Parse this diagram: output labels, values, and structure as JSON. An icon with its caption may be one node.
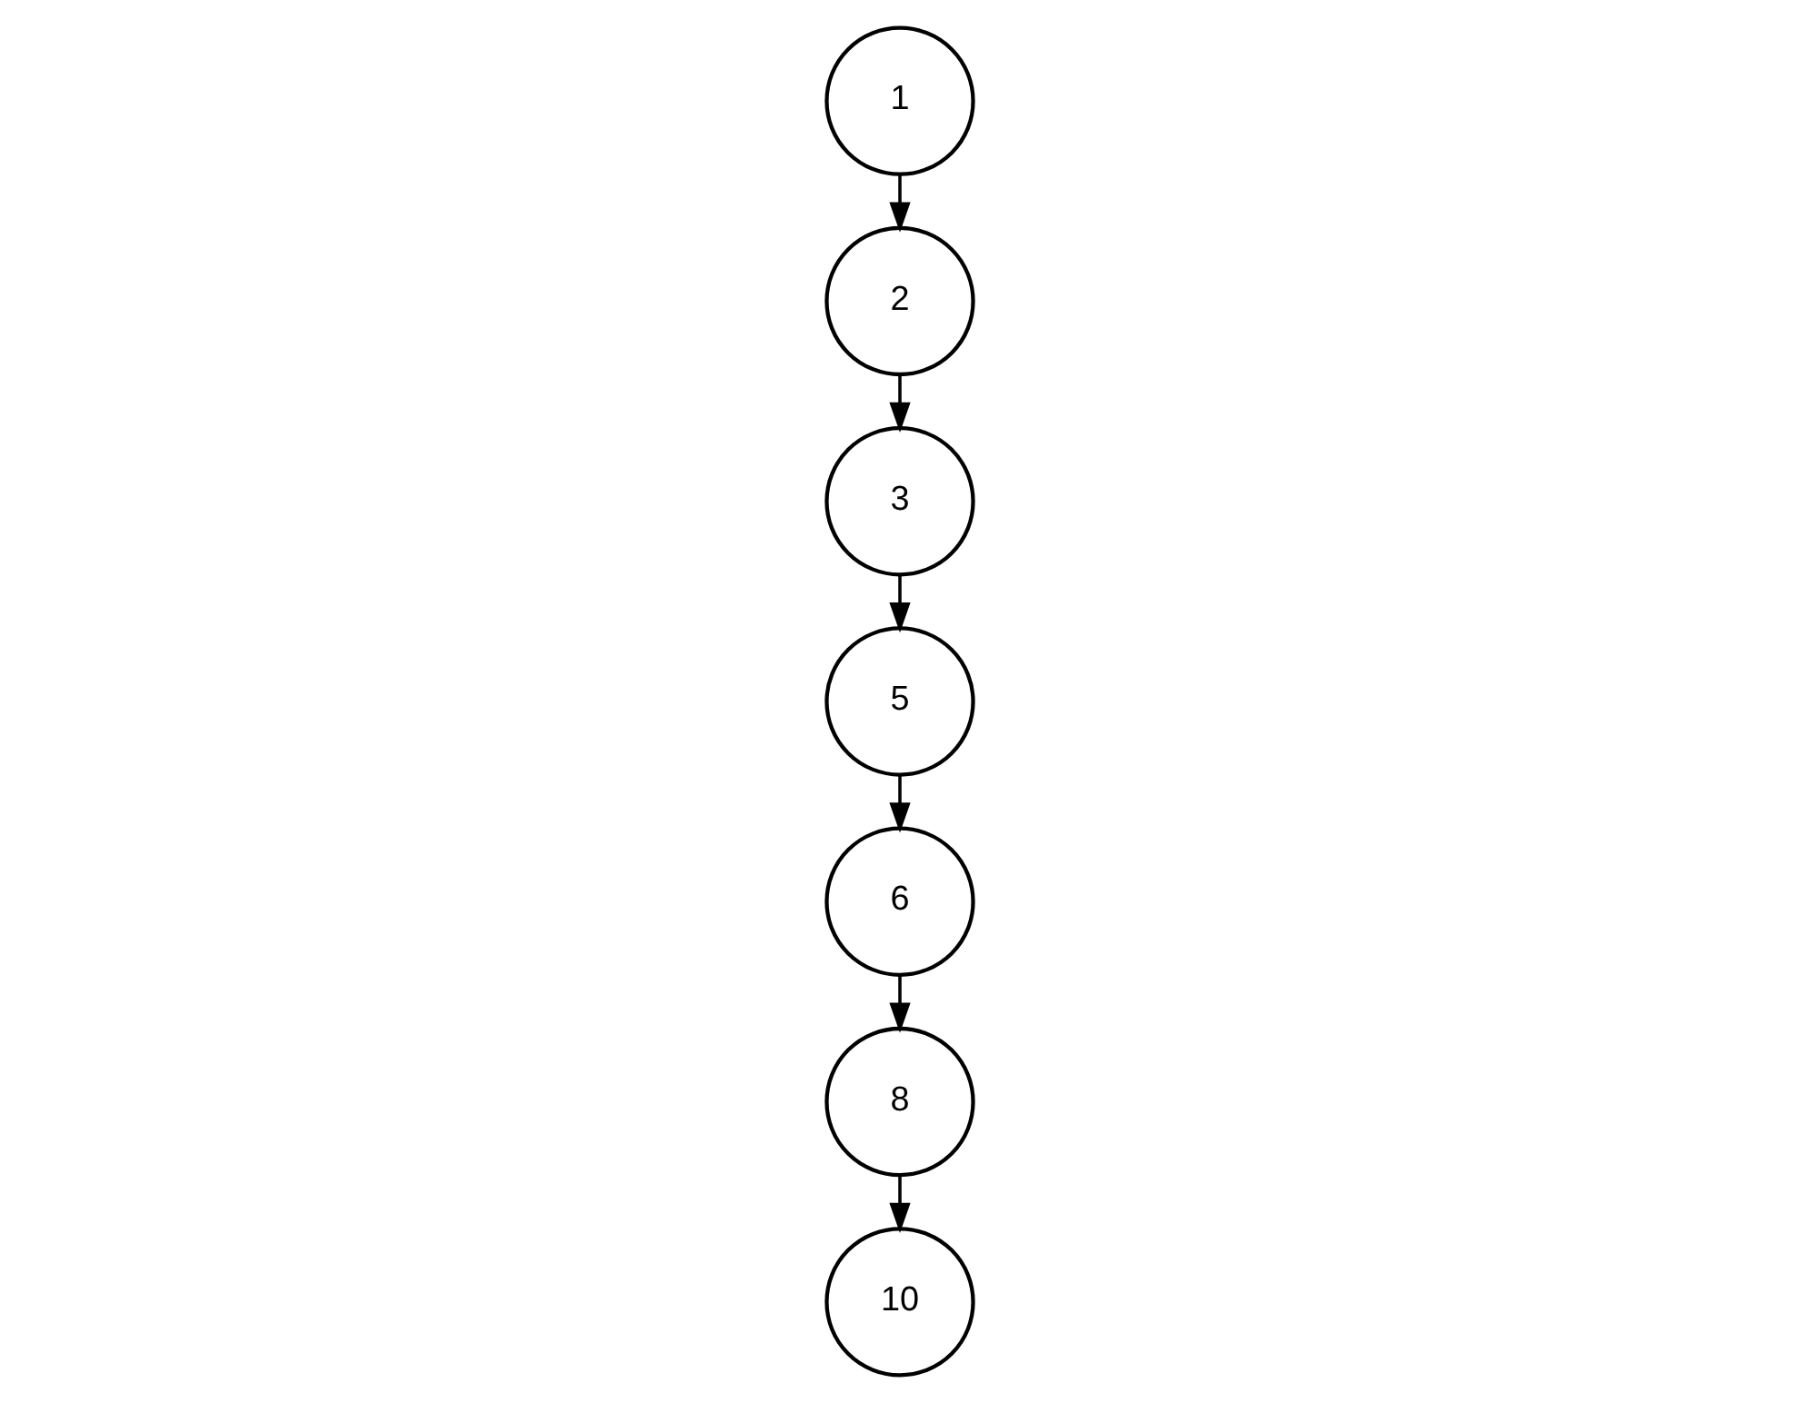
{
  "diagram": {
    "nodes": [
      {
        "text": [
          "1"
        ]
      },
      {
        "text": [
          "2"
        ]
      },
      {
        "text": [
          "3"
        ]
      },
      {
        "text": [
          "5"
        ]
      },
      {
        "text": [
          "6"
        ]
      },
      {
        "text": [
          "8"
        ]
      },
      {
        "text": [
          "10"
        ]
      }
    ],
    "edges": [
      {
        "from": 0,
        "to": 1,
        "arrow": "to"
      },
      {
        "from": 1,
        "to": 2,
        "arrow": "to"
      },
      {
        "from": 2,
        "to": 3,
        "arrow": "to"
      },
      {
        "from": 3,
        "to": 4,
        "arrow": "to"
      },
      {
        "from": 4,
        "to": 5,
        "arrow": "to"
      },
      {
        "from": 5,
        "to": 6,
        "arrow": "to"
      }
    ]
  }
}
